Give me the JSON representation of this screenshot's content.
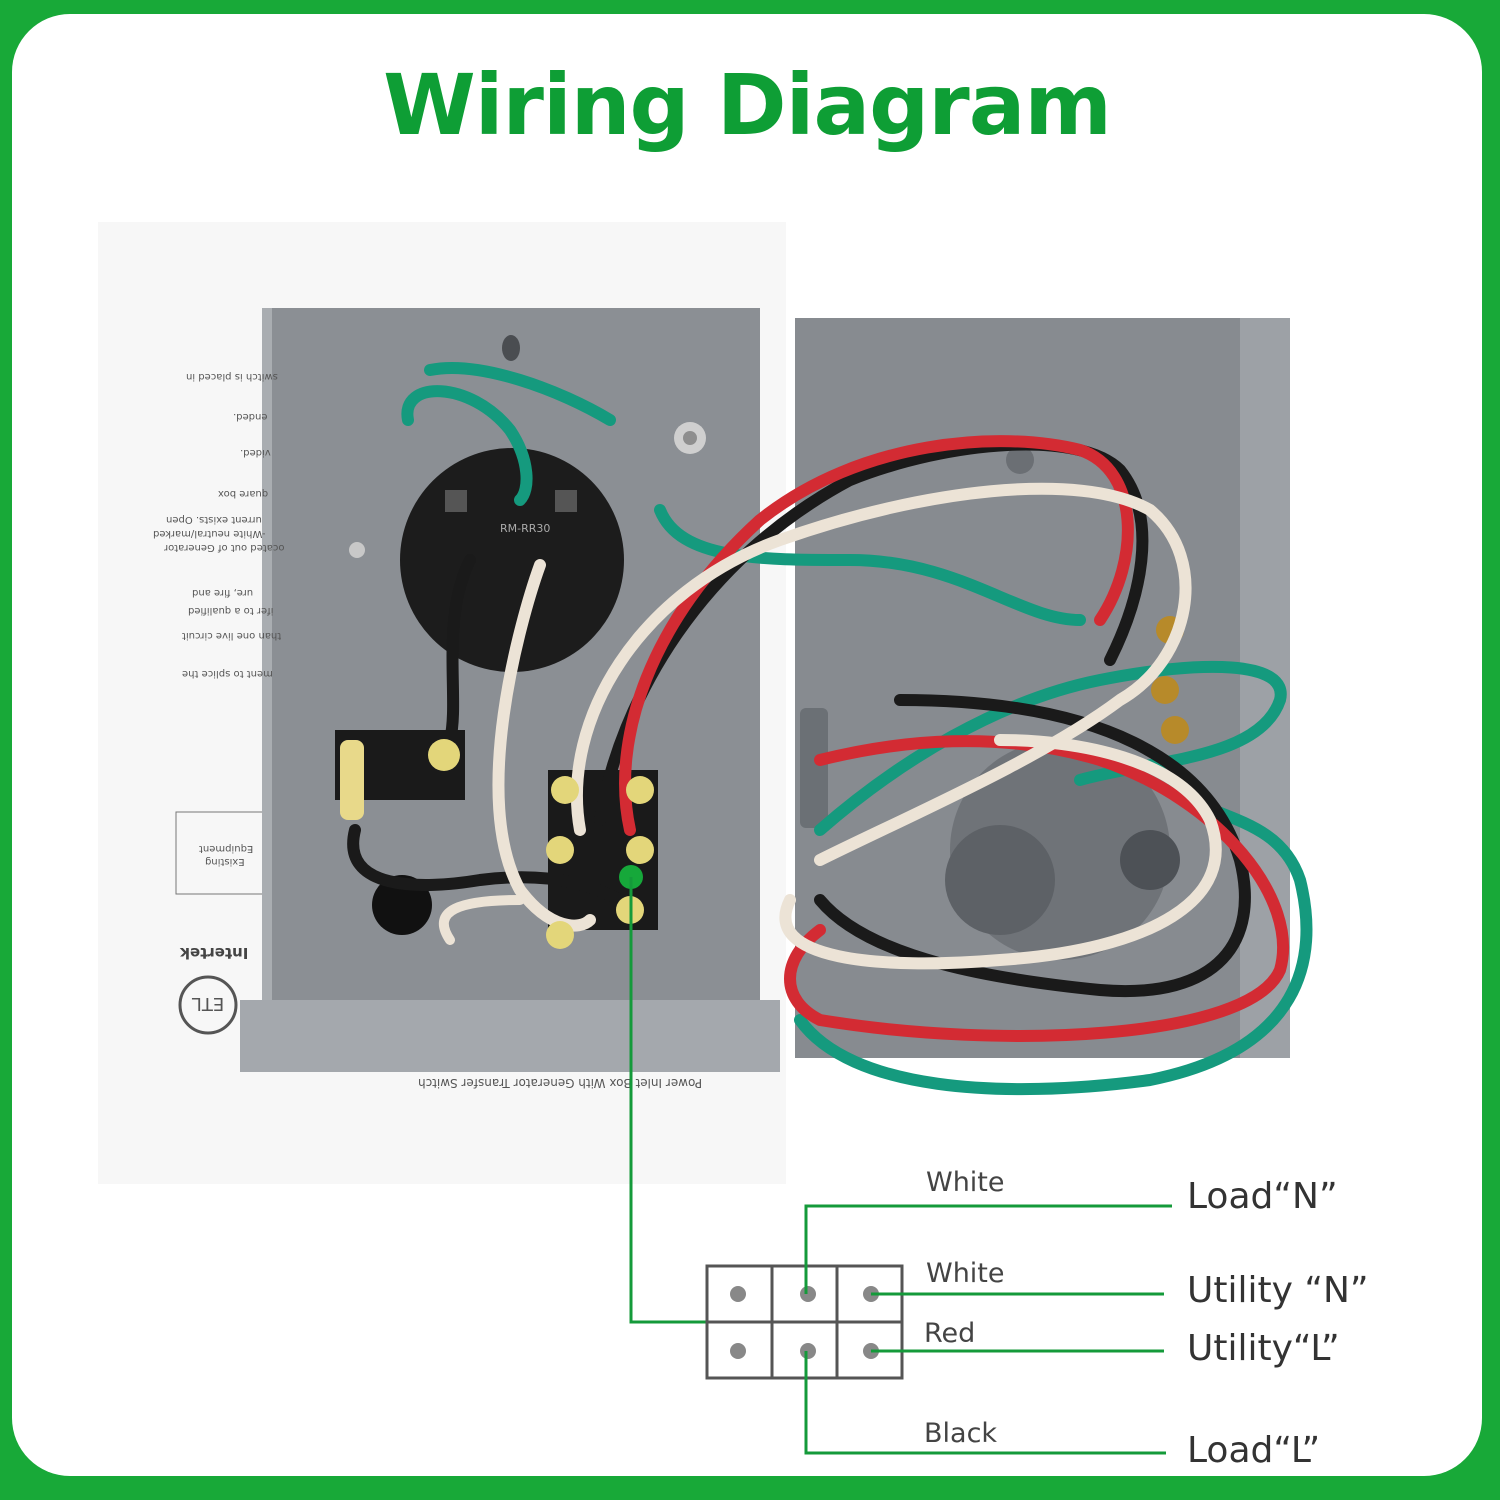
{
  "title": "Wiring Diagram",
  "colors": {
    "background_green": "#18a938",
    "title_green": "#0e9e35",
    "line_green": "#149a3a",
    "wire_green": "#159a7e",
    "wire_red": "#d32b33",
    "wire_white": "#ece3d6",
    "wire_black": "#1a1a1a",
    "box_gray": "#8e9297"
  },
  "manual_lines": [
    "switch is placed in",
    "ended.",
    "vided.",
    "quare box",
    "urrent exists. Open",
    "-White neutral/marked",
    "ocated out of Generator",
    "ure, fire and",
    "ifer to a qualified",
    "than one live circuit",
    "ment to splice the"
  ],
  "manual_box_lines": [
    "Existing",
    "Equipment"
  ],
  "cert_text": "Intertek",
  "manual_footer": "Power Inlet Box With Generator Transfer Switch",
  "inlet_label": "RM-RR30",
  "diagram": {
    "terminal_rows": 2,
    "terminal_cols": 3,
    "wires": [
      {
        "color": "White",
        "terminal": "Load“N”"
      },
      {
        "color": "White",
        "terminal": "Utility “N”"
      },
      {
        "color": "Red",
        "terminal": "Utility“L”"
      },
      {
        "color": "Black",
        "terminal": "Load“L”"
      }
    ]
  }
}
